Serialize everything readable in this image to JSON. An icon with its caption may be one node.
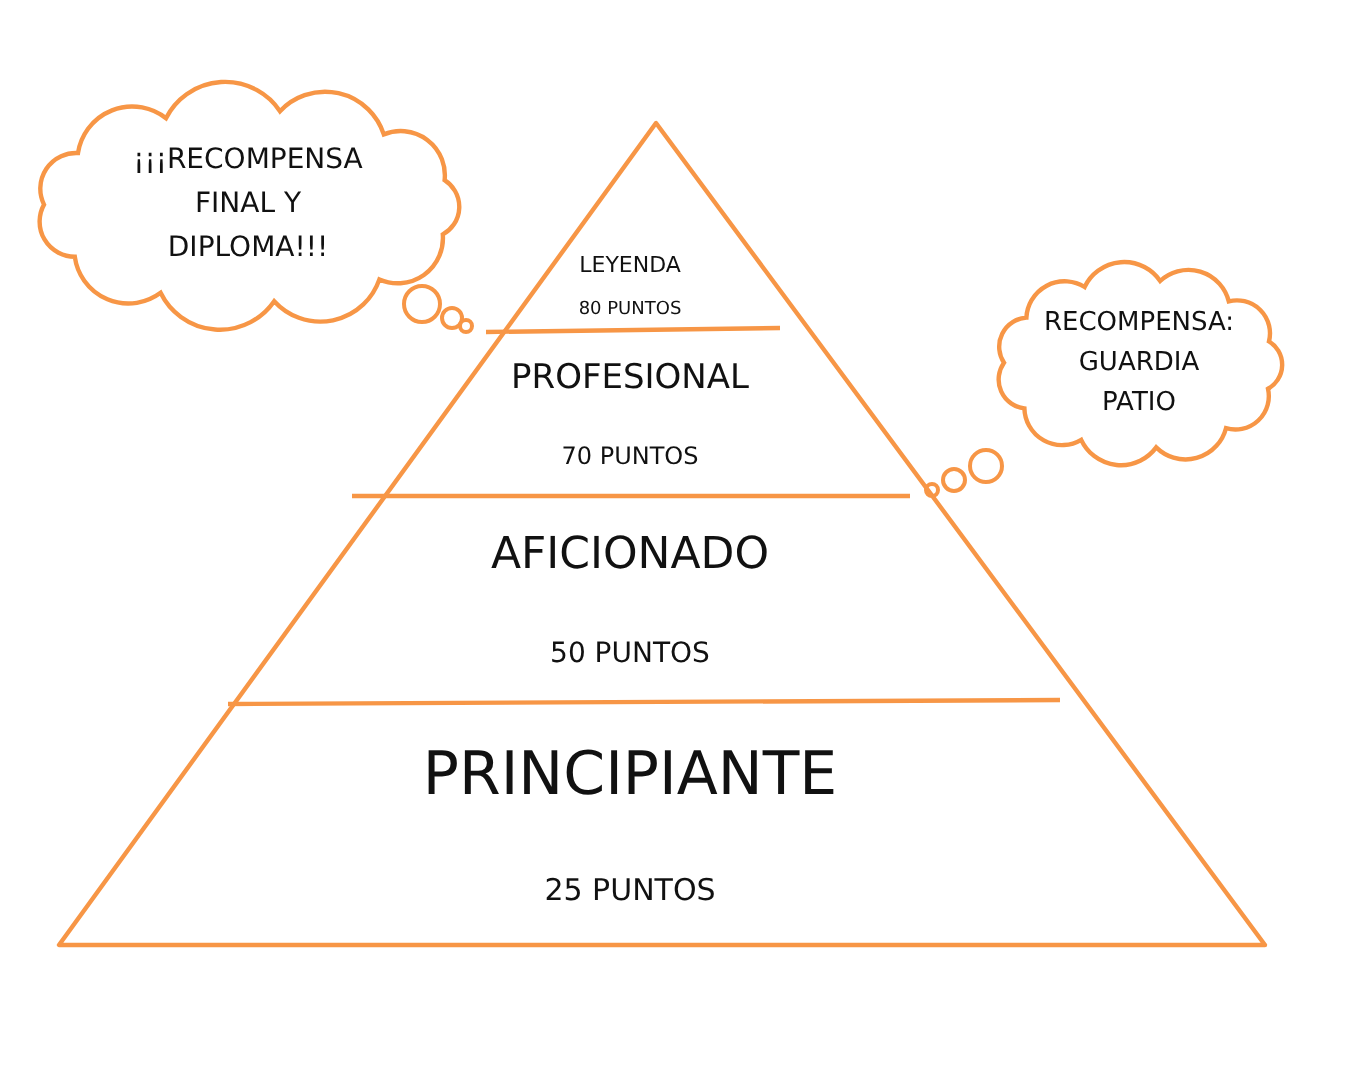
{
  "diagram": {
    "nodes": [
      {
        "text": [
          "¡¡¡RECOMPENSA FINAL Y DIPLOMA!!!"
        ]
      },
      {
        "text": [],
        "shape": "triangle"
      },
      {
        "text": [
          "LEYENDA",
          "80 PUNTOS"
        ],
        "in": 1
      },
      {
        "text": [
          "PROFESIONAL",
          "70 PUNTOS"
        ],
        "in": 1
      },
      {
        "text": [
          "AFICIONADO",
          "50 PUNTOS"
        ],
        "in": 1
      },
      {
        "text": [
          "PRINCIPIANTE",
          "25 PUNTOS"
        ],
        "in": 1
      },
      {
        "text": [
          "RECOMPENSA: GUARDIA PATIO"
        ]
      }
    ],
    "edges": []
  }
}
